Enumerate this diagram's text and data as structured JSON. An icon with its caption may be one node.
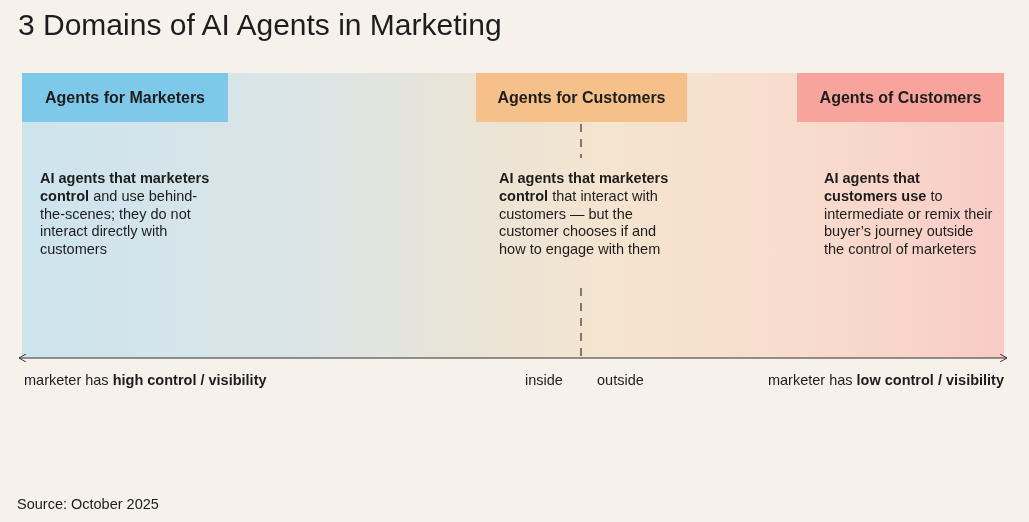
{
  "diagram": {
    "title": "3 Domains of AI Agents in Marketing",
    "nodes": [
      {
        "text": [
          "Agents for Marketers"
        ]
      },
      {
        "text": [
          "Agents for Customers"
        ]
      },
      {
        "text": [
          "Agents of Customers"
        ]
      }
    ],
    "edges": [],
    "labels": [
      "**AI agents that marketers control** and use behind-the-scenes; they do not interact directly with customers",
      "**AI agents that marketers control** that interact with customers — but the customer chooses if and how to engage with them",
      "**AI agents that customers use** to intermediate or remix their buyer’s journey outside the control of marketers",
      "marketer has **high control / visibility**",
      "inside",
      "outside",
      "marketer has **low control / visibility**",
      "Source: October 2025"
    ]
  }
}
